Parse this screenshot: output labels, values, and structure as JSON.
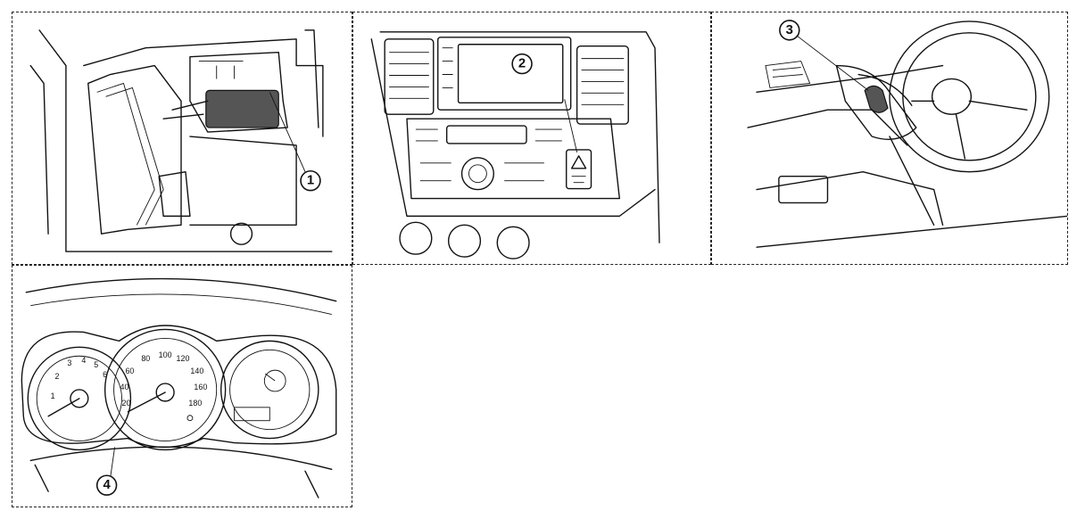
{
  "panels": [
    {
      "callout": "1"
    },
    {
      "callout": "2"
    },
    {
      "callout": "3"
    },
    {
      "callout": "4"
    }
  ],
  "speedometer_ticks": [
    "20",
    "40",
    "60",
    "80",
    "100",
    "120",
    "140",
    "160",
    "180"
  ]
}
